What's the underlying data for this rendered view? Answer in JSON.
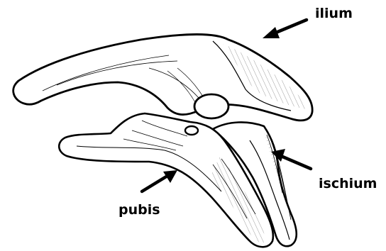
{
  "labels": {
    "ilium": "ilium",
    "ischium": "ischium",
    "pubis": "pubis"
  },
  "colors": {
    "ink": "#000000",
    "paper": "#ffffff"
  }
}
